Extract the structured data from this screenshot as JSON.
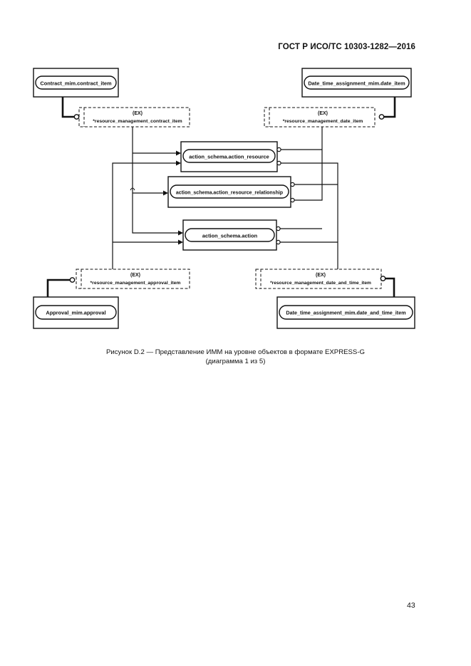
{
  "header": {
    "standard": "ГОСТ Р ИСО/ТС 10303-1282—2016"
  },
  "diagram": {
    "schemas": {
      "contract": "Contract_mim.contract_item",
      "date": "Date_time_assignment_mim.date_item",
      "approval": "Approval_mim.approval",
      "date_time": "Date_time_assignment_mim.date_and_time_item"
    },
    "refs": {
      "contract": {
        "tag": "(EX)",
        "name": "*resource_management_contract_item"
      },
      "date": {
        "tag": "(EX)",
        "name": "*resource_management_date_item"
      },
      "approval": {
        "tag": "(EX)",
        "name": "*resource_management_approval_item"
      },
      "date_time": {
        "tag": "(EX)",
        "name": "*resource_management_date_and_time_item"
      }
    },
    "entities": {
      "action_resource": "action_schema.action_resource",
      "relationship": "action_schema.action_resource_relationship",
      "action": "action_schema.action"
    }
  },
  "caption": {
    "line1": "Рисунок D.2 — Представление ИММ на уровне объектов в формате EXPRESS-G",
    "line2": "(диаграмма 1 из 5)"
  },
  "page": {
    "number": "43"
  }
}
